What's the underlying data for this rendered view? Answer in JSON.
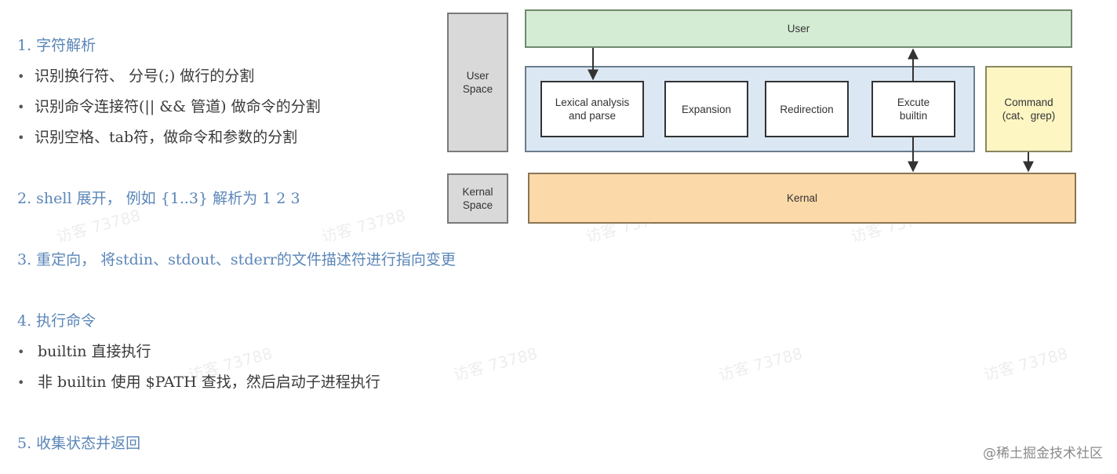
{
  "notes": {
    "s1_title": "1. 字符解析",
    "s1_items": [
      "识别换行符、 分号(;) 做行的分割",
      "识别命令连接符(|| && 管道) 做命令的分割",
      "识别空格、tab符，做命令和参数的分割"
    ],
    "s2_title": "2. shell 展开， 例如 {1..3} 解析为  1 2 3",
    "s3_title": "3. 重定向， 将stdin、stdout、stderr的文件描述符进行指向变更",
    "s4_title": "4. 执行命令",
    "s4_items": [
      "builtin 直接执行",
      "非 builtin 使用 $PATH 查找，然后启动子进程执行"
    ],
    "s5_title": "5. 收集状态并返回",
    "bullet_glyph": "•"
  },
  "diagram": {
    "user_space": "User Space",
    "kernal_space": "Kernal Space",
    "user": "User",
    "lexical": "Lexical analysis and parse",
    "expansion": "Expansion",
    "redirection": "Redirection",
    "excute": "Excute builtin",
    "command": "Command (cat、grep)",
    "kernal": "Kernal"
  },
  "watermark": "访客 73788",
  "footer": "@稀土掘金技术社区"
}
